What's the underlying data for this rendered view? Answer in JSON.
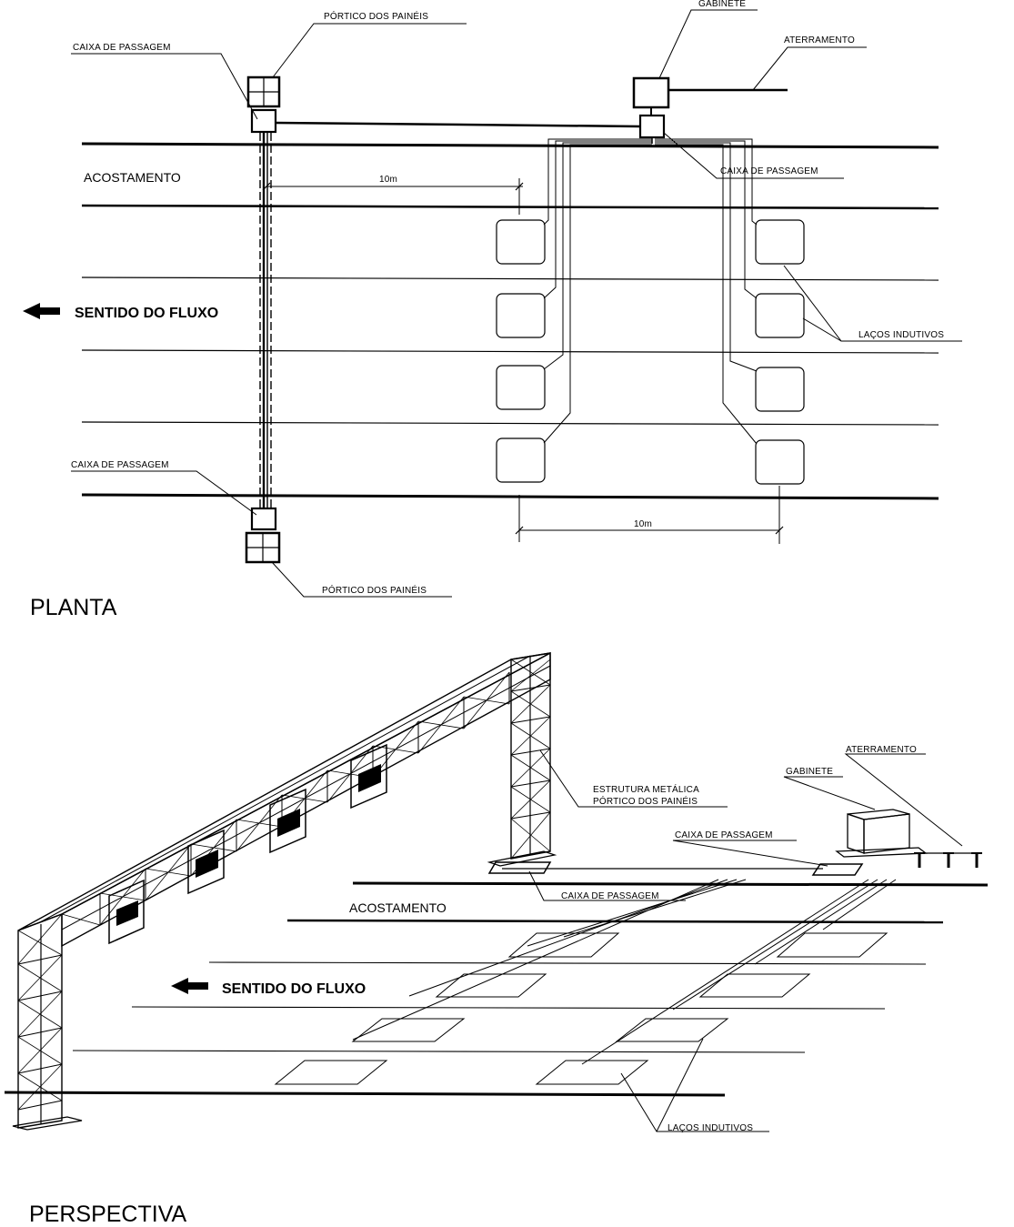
{
  "plan": {
    "title": "PLANTA",
    "labels": {
      "portico_top": "PÓRTICO DOS PAINÉIS",
      "gabinete": "GABINETE",
      "aterramento": "ATERRAMENTO",
      "caixa_top_left": "CAIXA DE PASSAGEM",
      "acostamento": "ACOSTAMENTO",
      "dim_top": "10m",
      "caixa_right": "CAIXA DE PASSAGEM",
      "sentido": "SENTIDO DO FLUXO",
      "lacos": "LAÇOS INDUTIVOS",
      "caixa_bottom_left": "CAIXA DE PASSAGEM",
      "dim_bottom": "10m",
      "portico_bottom": "PÓRTICO DOS PAINÉIS"
    }
  },
  "perspective": {
    "title": "PERSPECTIVA",
    "labels": {
      "aterramento": "ATERRAMENTO",
      "gabinete": "GABINETE",
      "estrutura_line1": "ESTRUTURA METÁLICA",
      "estrutura_line2": "PÓRTICO DOS PAINÉIS",
      "caixa_right": "CAIXA DE PASSAGEM",
      "caixa_bottom": "CAIXA DE PASSAGEM",
      "acostamento": "ACOSTAMENTO",
      "sentido": "SENTIDO DO FLUXO",
      "lacos": "LAÇOS INDUTIVOS"
    }
  },
  "colors": {
    "ink": "#000000",
    "paper": "#ffffff"
  }
}
